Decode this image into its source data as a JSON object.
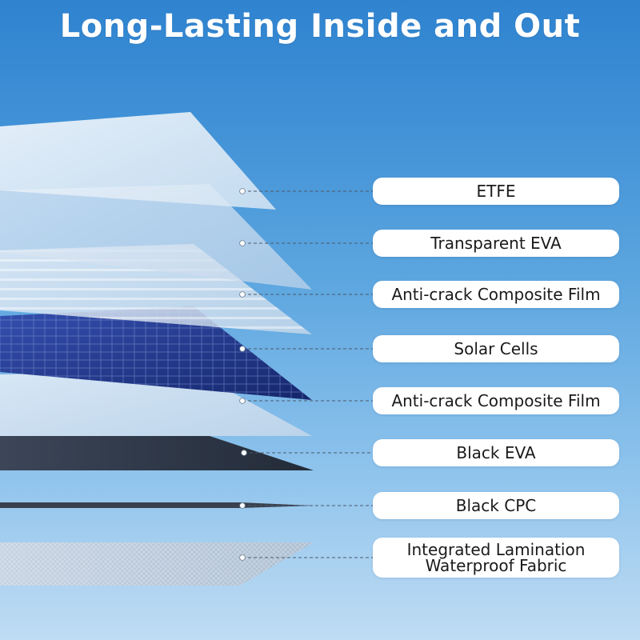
{
  "title": "Long-Lasting Inside and Out",
  "layers": [
    {
      "label": "ETFE"
    },
    {
      "label": "Transparent EVA"
    },
    {
      "label": "Anti-crack Composite Film"
    },
    {
      "label": "Solar Cells"
    },
    {
      "label": "Anti-crack Composite Film"
    },
    {
      "label": "Black EVA"
    },
    {
      "label": "Black CPC"
    },
    {
      "label_lines": [
        "Integrated Lamination",
        "Waterproof Fabric"
      ]
    }
  ],
  "colors": {
    "sky_top": "#2f83cf",
    "sky_bottom": "#bfdcf3",
    "label_bg": "#ffffff",
    "solar_cell_blue": "#22398f",
    "black_layer": "#2b3444"
  }
}
